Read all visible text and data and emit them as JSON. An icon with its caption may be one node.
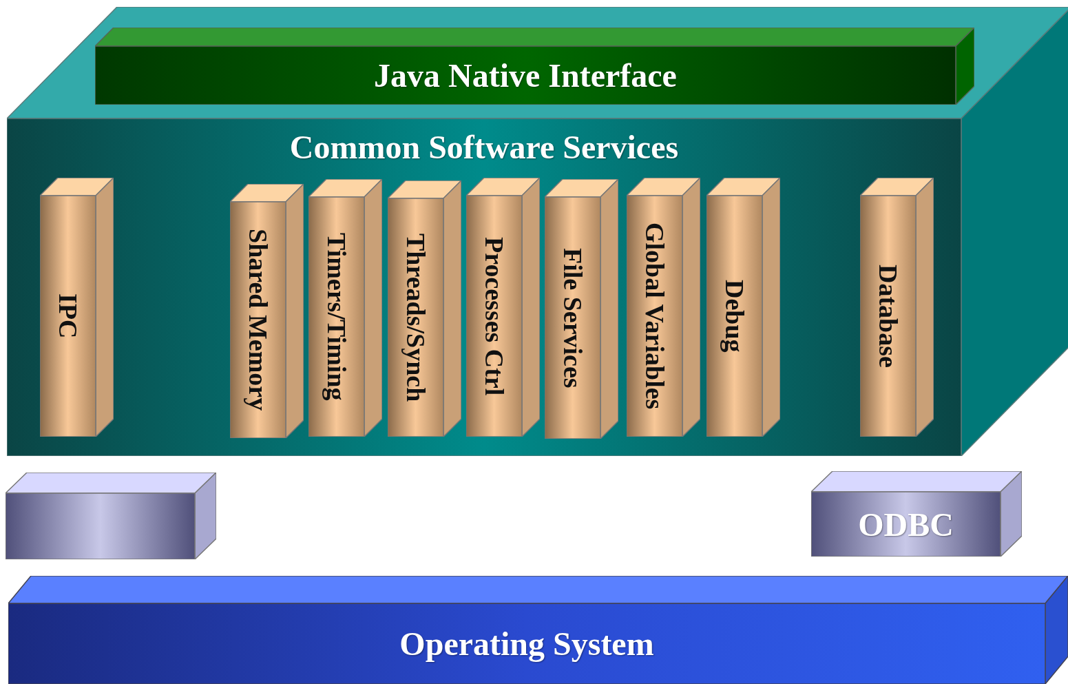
{
  "diagram": {
    "nodes": [
      {
        "text": [
          "Common Software Services"
        ]
      },
      {
        "text": [
          "Java Native Interface"
        ]
      },
      {
        "text": [
          "IPC"
        ],
        "in": 0
      },
      {
        "text": [
          "Shared Memory"
        ],
        "in": 0
      },
      {
        "text": [
          "Timers/Timing"
        ],
        "in": 0
      },
      {
        "text": [
          "Threads/Synch"
        ],
        "in": 0
      },
      {
        "text": [
          "Processes Ctrl"
        ],
        "in": 0
      },
      {
        "text": [
          "File Services"
        ],
        "in": 0
      },
      {
        "text": [
          "Global Variables"
        ],
        "in": 0
      },
      {
        "text": [
          "Debug"
        ],
        "in": 0
      },
      {
        "text": [
          "Database"
        ],
        "in": 0
      },
      {
        "text": [],
        "shape": "box"
      },
      {
        "text": [
          "ODBC"
        ]
      },
      {
        "text": [
          "Operating System"
        ]
      }
    ]
  }
}
